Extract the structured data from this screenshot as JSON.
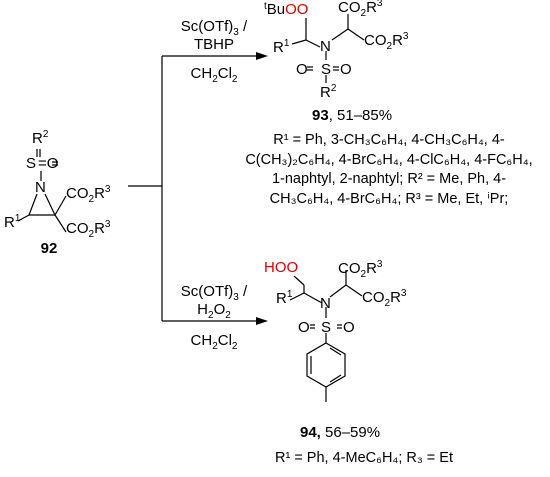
{
  "arrow_top": {
    "reagent": "Sc(OTf)₃ /",
    "reagent2": "TBHP",
    "solvent": "CH₂Cl₂"
  },
  "arrow_bottom": {
    "reagent": "Sc(OTf)₃ /",
    "reagent2": "H₂O₂",
    "solvent": "CH₂Cl₂"
  },
  "compound_92": {
    "label": "92"
  },
  "compound_93": {
    "label": "93",
    "yield": ", 51–85%",
    "conditions": [
      "R¹ = Ph, 3-CH₃C₆H₄, 4-CH₃C₆H₄, 4-",
      "C(CH₃)₂C₆H₄, 4-BrC₆H₄, 4-ClC₆H₄, 4-FC₆H₄,",
      "1-naphtyl, 2-naphtyl; R² = Me, Ph, 4-",
      "CH₃C₆H₄, 4-BrC₆H₄; R³ = Me, Et, ⁱPr;"
    ]
  },
  "compound_94": {
    "label": "94,",
    "yield": " 56–59%",
    "conditions": "R¹ = Ph, 4-MeC₆H₄; R₃ = Et"
  }
}
